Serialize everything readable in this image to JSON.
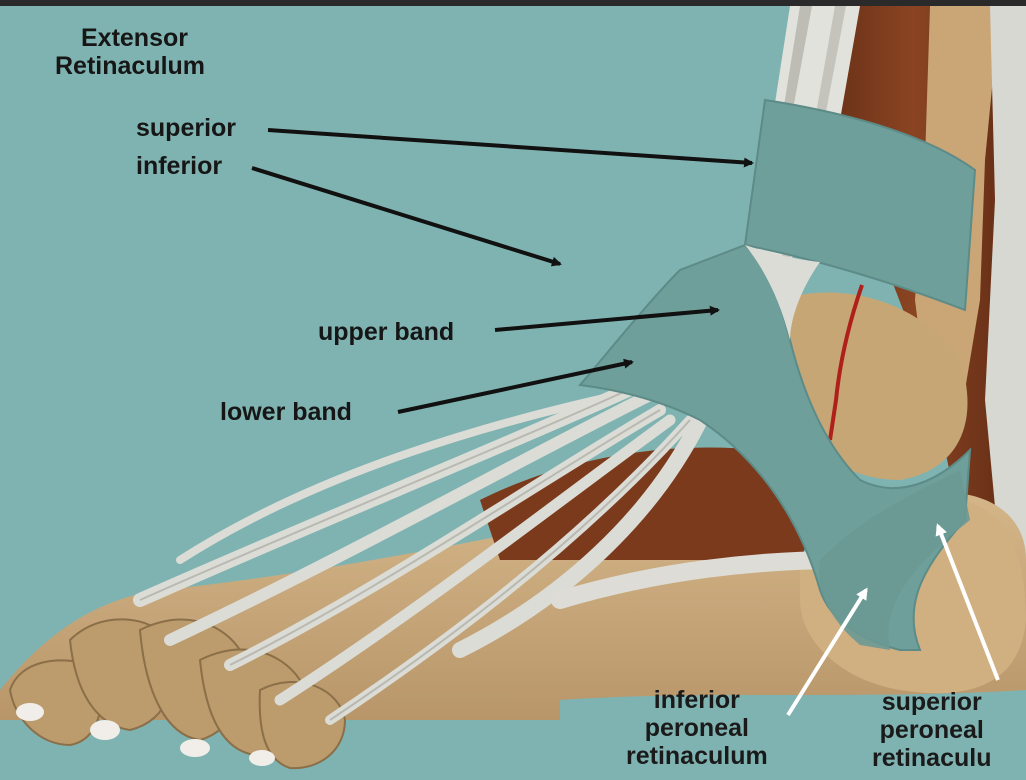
{
  "heading": {
    "line1": "Extensor",
    "line2": "Retinaculum"
  },
  "labels": {
    "superior": "superior",
    "inferior": "inferior",
    "upper_band": "upper band",
    "lower_band": "lower band",
    "inferior_peroneal": {
      "line1": "inferior",
      "line2": "peroneal",
      "line3": "retinaculum"
    },
    "superior_peroneal": {
      "line1": "superior",
      "line2": "peroneal",
      "line3": "retinaculu"
    }
  },
  "colors": {
    "background": "#7fb3b1",
    "retinaculum": "#6f9f9b",
    "bone": "#c9a97c",
    "muscle": "#7a3a1e",
    "tendon": "#dcdcd8",
    "arrow_dark": "#111111",
    "arrow_light": "#ffffff"
  }
}
